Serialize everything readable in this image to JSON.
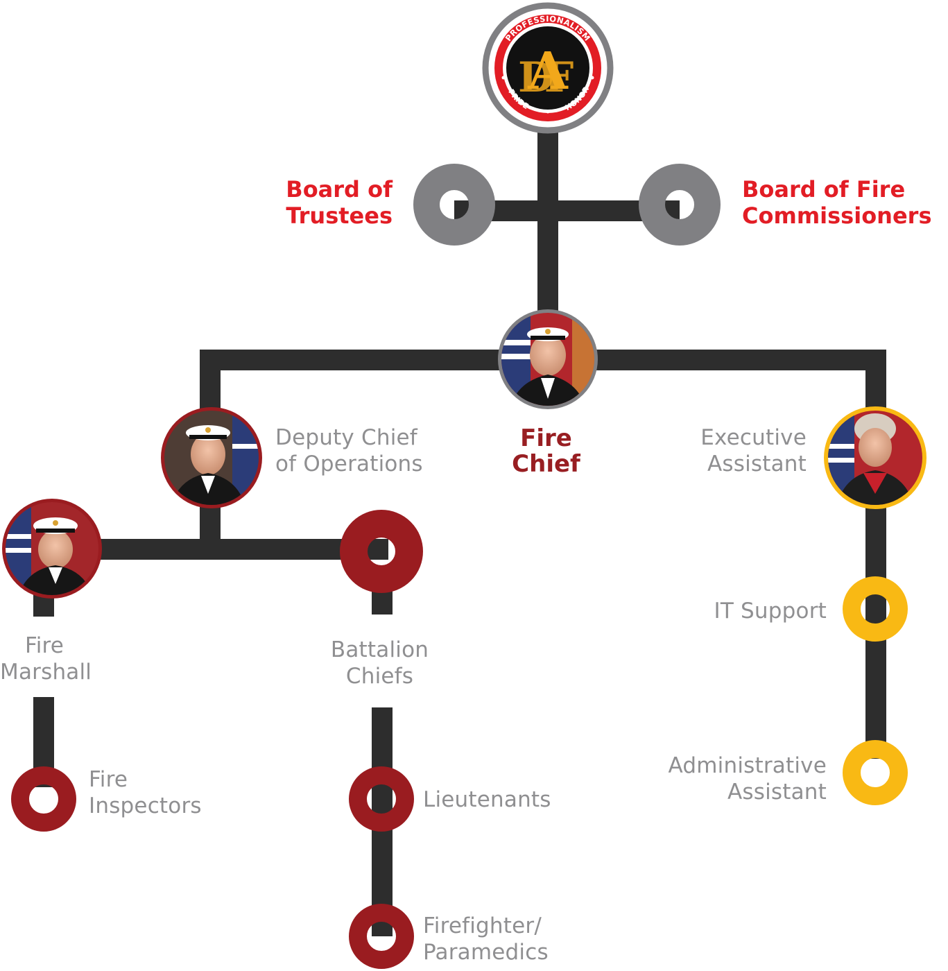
{
  "colors": {
    "line": "#2d2d2d",
    "gray": "#808083",
    "red": "#9a1c20",
    "gold": "#f9b914",
    "label_gray": "#8f8f91",
    "board_red": "#e21d25",
    "logo_black": "#111111",
    "logo_ring": "#e21d25",
    "logo_gold": "#f2a81b"
  },
  "logo": {
    "ring_text_top": "PROFESSIONALISM",
    "ring_text_left": "PRIDE",
    "ring_text_right": "HONOR",
    "monogram": "ADF"
  },
  "boards": {
    "trustees": "Board of\nTrustees",
    "commissioners": "Board of Fire\nCommissioners"
  },
  "roles": {
    "fire_chief": "Fire\nChief",
    "deputy_chief": "Deputy Chief\nof Operations",
    "executive_assistant": "Executive\nAssistant",
    "fire_marshall": "Fire\nMarshall",
    "battalion_chiefs": "Battalion\nChiefs",
    "it_support": "IT Support",
    "fire_inspectors": "Fire\nInspectors",
    "lieutenants": "Lieutenants",
    "firefighter_paramedics": "Firefighter/\nParamedics",
    "administrative_assistant": "Administrative\nAssistant"
  }
}
